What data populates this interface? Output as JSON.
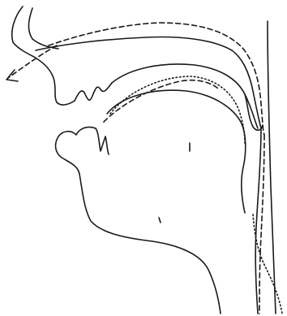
{
  "figure": {
    "ink_color": "#1a1a1a",
    "background_color": "#ffffff",
    "line_styles": {
      "profile": "solid",
      "articulation_a": "dashed",
      "articulation_b": "dotted"
    }
  }
}
